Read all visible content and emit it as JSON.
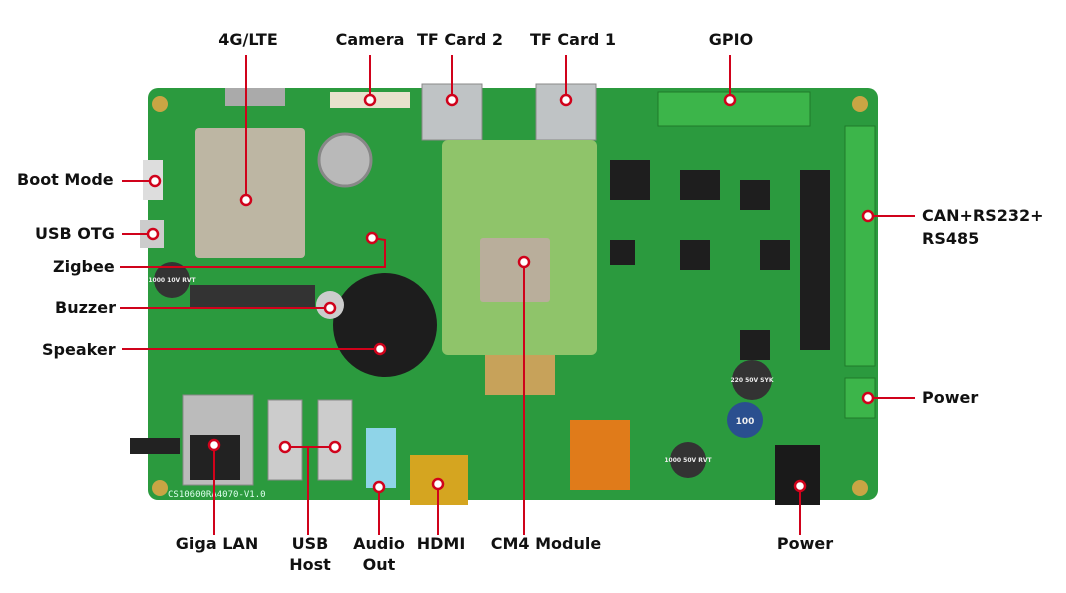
{
  "labels": {
    "lte": "4G/LTE",
    "camera": "Camera",
    "tf2": "TF Card 2",
    "tf1": "TF Card 1",
    "gpio": "GPIO",
    "boot_mode": "Boot Mode",
    "usb_otg": "USB OTG",
    "zigbee": "Zigbee",
    "buzzer": "Buzzer",
    "speaker": "Speaker",
    "can_line1": "CAN+RS232+",
    "can_line2": "RS485",
    "power_right": "Power",
    "giga_lan": "Giga LAN",
    "usb_host_1": "USB",
    "usb_host_2": "Host",
    "audio_out_1": "Audio",
    "audio_out_2": "Out",
    "hdmi": "HDMI",
    "cm4": "CM4 Module",
    "power_bottom": "Power"
  },
  "board": {
    "silkscreen": "CS10600RA4070-V1.0",
    "cap1": "1000 10V RVT",
    "cap2": "220 50V SYK",
    "cap3": "1000 50V RVT",
    "inductor": "100"
  },
  "colors": {
    "board": "#2b9a3e",
    "leader": "#d0021b"
  }
}
